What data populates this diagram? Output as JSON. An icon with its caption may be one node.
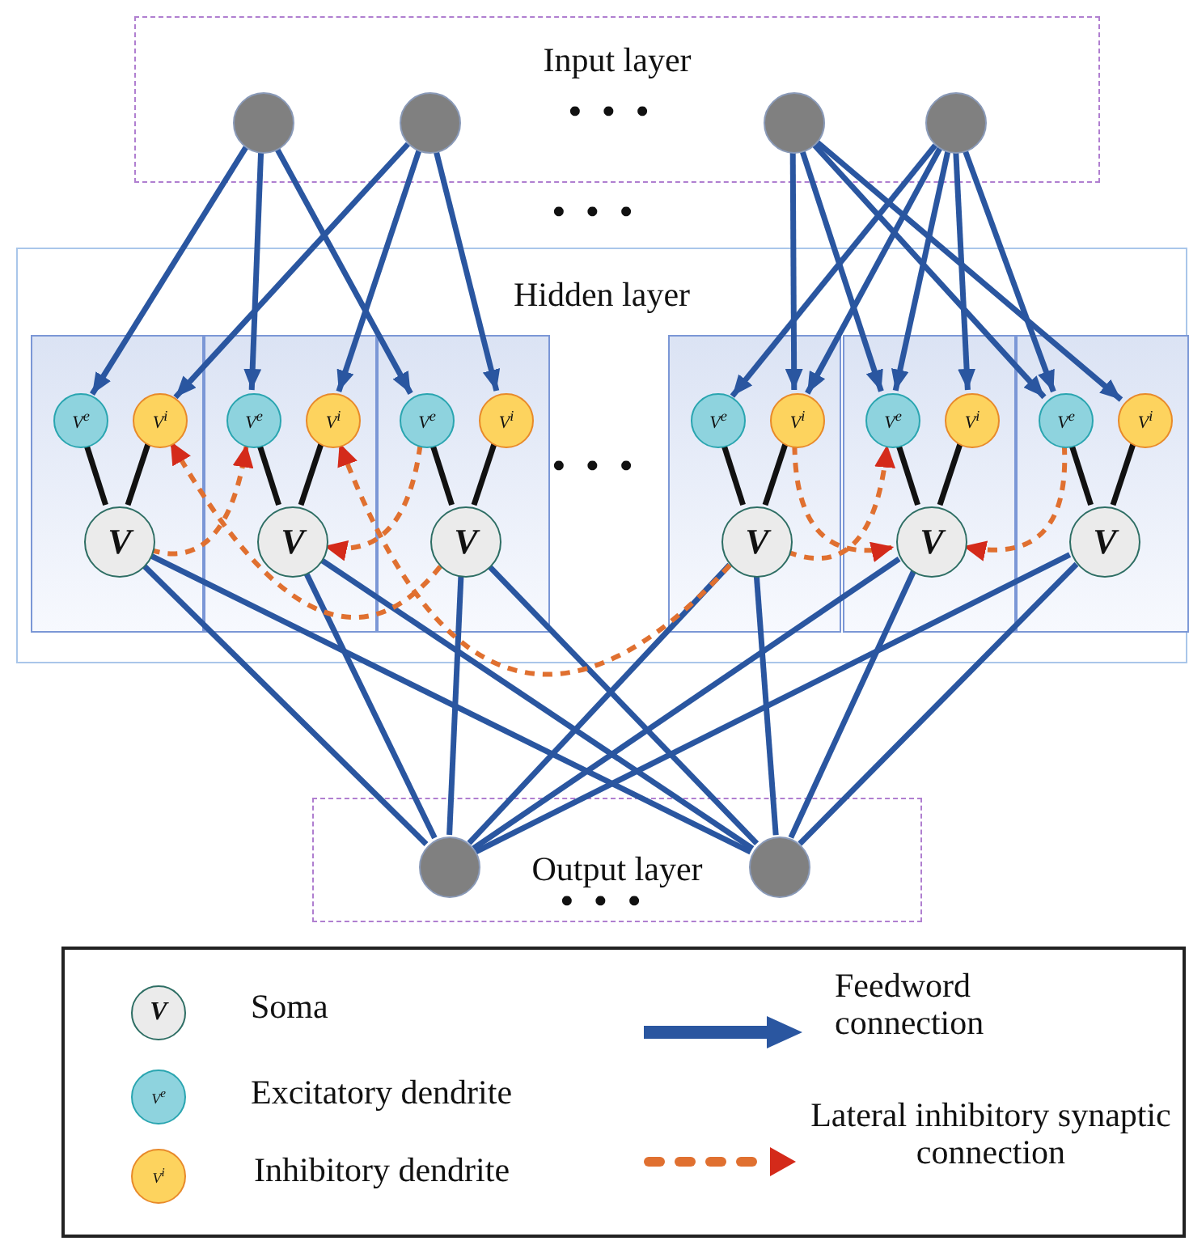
{
  "diagram": {
    "nodes": [
      {
        "text": [
          "Input layer"
        ]
      },
      {
        "text": [],
        "shape": "circle",
        "in": 0
      },
      {
        "text": [],
        "shape": "circle",
        "in": 0
      },
      {
        "text": [],
        "shape": "circle",
        "in": 0
      },
      {
        "text": [],
        "shape": "circle",
        "in": 0
      },
      {
        "text": [
          "Hidden layer"
        ]
      },
      {
        "text": [],
        "shape": "box",
        "in": 5
      },
      {
        "text": [
          "V$^{e}$"
        ],
        "in": 6
      },
      {
        "text": [
          "V$^{i}$"
        ],
        "in": 6
      },
      {
        "text": [
          "V"
        ],
        "in": 6
      },
      {
        "text": [],
        "shape": "box",
        "in": 5
      },
      {
        "text": [
          "V$^{e}$"
        ],
        "in": 10
      },
      {
        "text": [
          "V$^{i}$"
        ],
        "in": 10
      },
      {
        "text": [
          "V"
        ],
        "in": 10
      },
      {
        "text": [],
        "shape": "box",
        "in": 5
      },
      {
        "text": [
          "V$^{e}$"
        ],
        "in": 14
      },
      {
        "text": [
          "V$^{i}$"
        ],
        "in": 14
      },
      {
        "text": [
          "V"
        ],
        "in": 14
      },
      {
        "text": [],
        "shape": "box",
        "in": 5
      },
      {
        "text": [
          "V$^{e}$"
        ],
        "in": 18
      },
      {
        "text": [
          "V$^{i}$"
        ],
        "in": 18
      },
      {
        "text": [
          "V"
        ],
        "in": 18
      },
      {
        "text": [],
        "shape": "box",
        "in": 5
      },
      {
        "text": [
          "V$^{e}$"
        ],
        "in": 22
      },
      {
        "text": [
          "V$^{i}$"
        ],
        "in": 22
      },
      {
        "text": [
          "V"
        ],
        "in": 22
      },
      {
        "text": [],
        "shape": "box",
        "in": 5
      },
      {
        "text": [
          "V$^{e}$"
        ],
        "in": 26
      },
      {
        "text": [
          "V$^{i}$"
        ],
        "in": 26
      },
      {
        "text": [
          "V"
        ],
        "in": 26
      },
      {
        "text": [
          "Output layer"
        ]
      },
      {
        "text": [],
        "shape": "circle",
        "in": 30
      },
      {
        "text": [],
        "shape": "circle",
        "in": 30
      }
    ],
    "edges": [
      {
        "from": 1,
        "to": 7,
        "arrow": "to"
      },
      {
        "from": 1,
        "to": 11,
        "arrow": "to"
      },
      {
        "from": 1,
        "to": 15,
        "arrow": "to"
      },
      {
        "from": 2,
        "to": 8,
        "arrow": "to"
      },
      {
        "from": 2,
        "to": 12,
        "arrow": "to"
      },
      {
        "from": 2,
        "to": 16,
        "arrow": "to"
      },
      {
        "from": 3,
        "to": 20,
        "arrow": "to"
      },
      {
        "from": 3,
        "to": 23,
        "arrow": "to"
      },
      {
        "from": 3,
        "to": 27,
        "arrow": "to"
      },
      {
        "from": 3,
        "to": 28,
        "arrow": "to"
      },
      {
        "from": 4,
        "to": 19,
        "arrow": "to"
      },
      {
        "from": 4,
        "to": 20,
        "arrow": "to"
      },
      {
        "from": 4,
        "to": 23,
        "arrow": "to"
      },
      {
        "from": 4,
        "to": 24,
        "arrow": "to"
      },
      {
        "from": 4,
        "to": 27,
        "arrow": "to"
      },
      {
        "from": 7,
        "to": 9,
        "arrow": "none",
        "color": "#111111"
      },
      {
        "from": 8,
        "to": 9,
        "arrow": "none",
        "color": "#111111"
      },
      {
        "from": 11,
        "to": 13,
        "arrow": "none",
        "color": "#111111"
      },
      {
        "from": 12,
        "to": 13,
        "arrow": "none",
        "color": "#111111"
      },
      {
        "from": 15,
        "to": 17,
        "arrow": "none",
        "color": "#111111"
      },
      {
        "from": 16,
        "to": 17,
        "arrow": "none",
        "color": "#111111"
      },
      {
        "from": 19,
        "to": 21,
        "arrow": "none",
        "color": "#111111"
      },
      {
        "from": 20,
        "to": 21,
        "arrow": "none",
        "color": "#111111"
      },
      {
        "from": 23,
        "to": 25,
        "arrow": "none",
        "color": "#111111"
      },
      {
        "from": 24,
        "to": 25,
        "arrow": "none",
        "color": "#111111"
      },
      {
        "from": 27,
        "to": 29,
        "arrow": "none",
        "color": "#111111"
      },
      {
        "from": 28,
        "to": 29,
        "arrow": "none",
        "color": "#111111"
      },
      {
        "from": 9,
        "to": 31,
        "arrow": "none"
      },
      {
        "from": 9,
        "to": 32,
        "arrow": "none"
      },
      {
        "from": 13,
        "to": 31,
        "arrow": "none"
      },
      {
        "from": 13,
        "to": 32,
        "arrow": "none"
      },
      {
        "from": 17,
        "to": 31,
        "arrow": "none"
      },
      {
        "from": 17,
        "to": 32,
        "arrow": "none"
      },
      {
        "from": 21,
        "to": 31,
        "arrow": "none"
      },
      {
        "from": 21,
        "to": 32,
        "arrow": "none"
      },
      {
        "from": 25,
        "to": 31,
        "arrow": "none"
      },
      {
        "from": 25,
        "to": 32,
        "arrow": "none"
      },
      {
        "from": 29,
        "to": 31,
        "arrow": "none"
      },
      {
        "from": 29,
        "to": 32,
        "arrow": "none"
      },
      {
        "from": 9,
        "to": 11,
        "arrow": "to",
        "style": "dashed",
        "color": "#e07030"
      },
      {
        "from": 15,
        "to": 13,
        "arrow": "to",
        "style": "dashed",
        "color": "#e07030"
      },
      {
        "from": 17,
        "to": 8,
        "arrow": "to",
        "style": "dashed",
        "color": "#e07030"
      },
      {
        "from": 21,
        "to": 12,
        "arrow": "to",
        "style": "dashed",
        "color": "#e07030"
      },
      {
        "from": 21,
        "to": 23,
        "arrow": "to",
        "style": "dashed",
        "color": "#e07030"
      },
      {
        "from": 20,
        "to": 25,
        "arrow": "to",
        "style": "dashed",
        "color": "#e07030"
      },
      {
        "from": 27,
        "to": 25,
        "arrow": "to",
        "style": "dashed",
        "color": "#e07030"
      }
    ],
    "labels": [
      "• • •",
      "• • •",
      "• • •",
      "• • •",
      "V",
      "V$^{e}$",
      "V$^{i}$"
    ],
    "legend": [
      {
        "text": "Soma"
      },
      {
        "text": "Excitatory dendrite"
      },
      {
        "text": "Inhibitory dendrite"
      },
      {
        "text": "Feedword connection"
      },
      {
        "text": "Lateral inhibitory synaptic connection"
      }
    ]
  }
}
